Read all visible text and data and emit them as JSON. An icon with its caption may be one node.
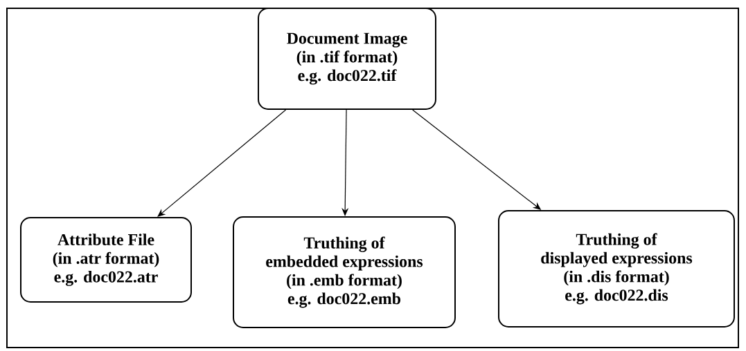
{
  "diagram": {
    "nodes": [
      {
        "text": [
          "Document Image",
          "(in .tif format)",
          "e.g. doc022.tif"
        ]
      },
      {
        "text": [
          "Attribute File",
          "(in .atr format)",
          "e.g. doc022.atr"
        ]
      },
      {
        "text": [
          "Truthing of",
          "embedded expressions",
          "(in .emb format)",
          "e.g. doc022.emb"
        ]
      },
      {
        "text": [
          "Truthing of",
          "displayed expressions",
          "(in .dis format)",
          "e.g. doc022.dis"
        ]
      }
    ],
    "edges": [
      {
        "from": 0,
        "to": 1,
        "arrow": "to"
      },
      {
        "from": 0,
        "to": 2,
        "arrow": "to"
      },
      {
        "from": 0,
        "to": 3,
        "arrow": "to"
      }
    ]
  }
}
